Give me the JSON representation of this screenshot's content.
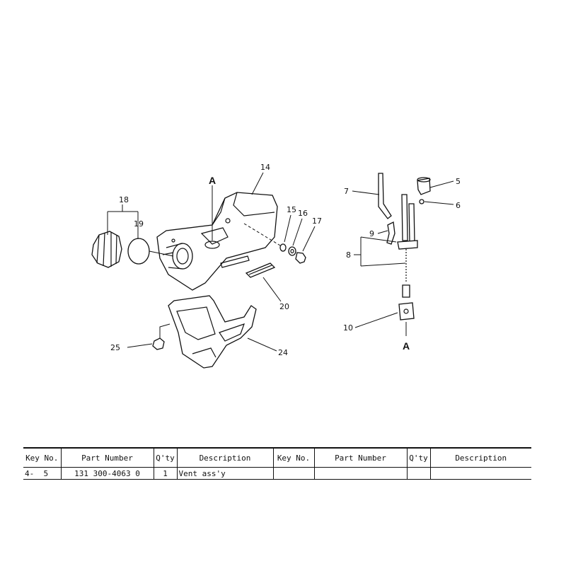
{
  "diagram": {
    "callouts": {
      "c5": "5",
      "c6": "6",
      "c7": "7",
      "c8": "8",
      "c9": "9",
      "c10": "10",
      "c14": "14",
      "c15": "15",
      "c16": "16",
      "c17": "17",
      "c18": "18",
      "c19": "19",
      "c20": "20",
      "c24": "24",
      "c25": "25",
      "refA1": "A",
      "refA2": "A"
    }
  },
  "table": {
    "headers": [
      "Key No.",
      "Part Number",
      "Q'ty",
      "Description",
      "Key No.",
      "Part Number",
      "Q'ty",
      "Description"
    ],
    "rows": [
      {
        "key": "4-  5",
        "part": "131 300-4063 0",
        "qty": "1",
        "desc": "Vent ass'y",
        "key2": "",
        "part2": "",
        "qty2": "",
        "desc2": ""
      }
    ]
  }
}
